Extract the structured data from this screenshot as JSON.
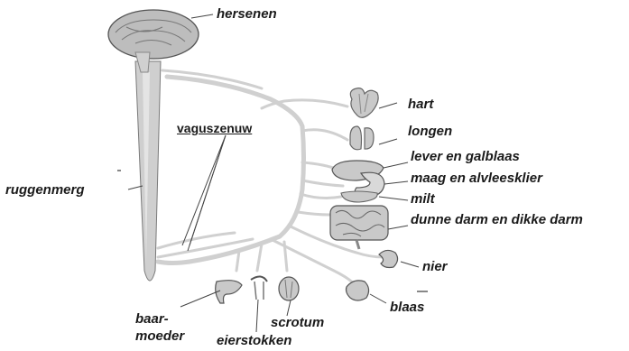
{
  "labels": {
    "hersenen": "hersenen",
    "hart": "hart",
    "longen": "longen",
    "lever": "lever en galblaas",
    "maag": "maag en alvleesklier",
    "milt": "milt",
    "darm": "dunne darm en dikke darm",
    "nier": "nier",
    "blaas": "blaas",
    "vagus": "vaguszenuw",
    "ruggenmerg": "ruggenmerg",
    "baarmoeder_1": "baar-",
    "baarmoeder_2": "moeder",
    "eierstokken": "eierstokken",
    "scrotum": "scrotum"
  },
  "colors": {
    "nerve": "#cfcfcf",
    "organ": "#c9c9c9",
    "outline": "#6f6f6f",
    "text": "#1a1a1a"
  }
}
